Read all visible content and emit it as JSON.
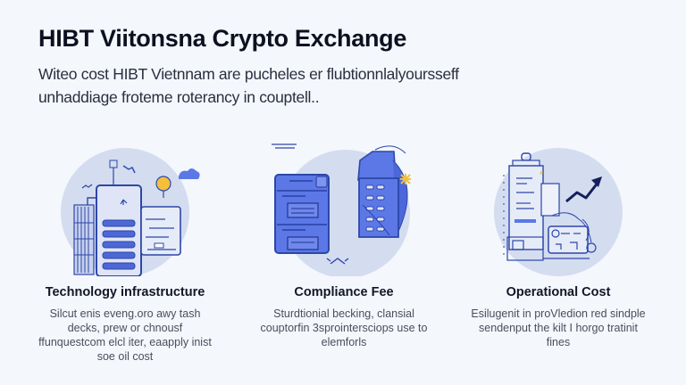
{
  "header": {
    "title": "HIBT Viitonsna Crypto Exchange",
    "subtitle": "Witeo cost HIBT Vietnnam are pucheles er flubtionnlalyoursseff unhaddiage froteme roterancy in couptell.."
  },
  "cards": [
    {
      "title": "Technology infrastructure",
      "description": "Silcut enis eveng.oro awy tash decks, prew or chnousf ffunquestcom elcl iter, eaapply inist soe oil cost",
      "icon": "server-building-icon"
    },
    {
      "title": "Compliance Fee",
      "description": "Sturdtionial becking, clansial couptorfin 3sprointersciops use to elemforls",
      "icon": "document-building-icon"
    },
    {
      "title": "Operational Cost",
      "description": "Esilugenit in proVledion red sindple sendenput the kilt I horgo tratinit fines",
      "icon": "chart-trend-icon"
    }
  ],
  "colors": {
    "background": "#f4f7fc",
    "accent_blue": "#5b78e6",
    "line_blue": "#2d47a8",
    "circle_fill": "#d4dcf0",
    "sun_yellow": "#f4bf3a"
  }
}
